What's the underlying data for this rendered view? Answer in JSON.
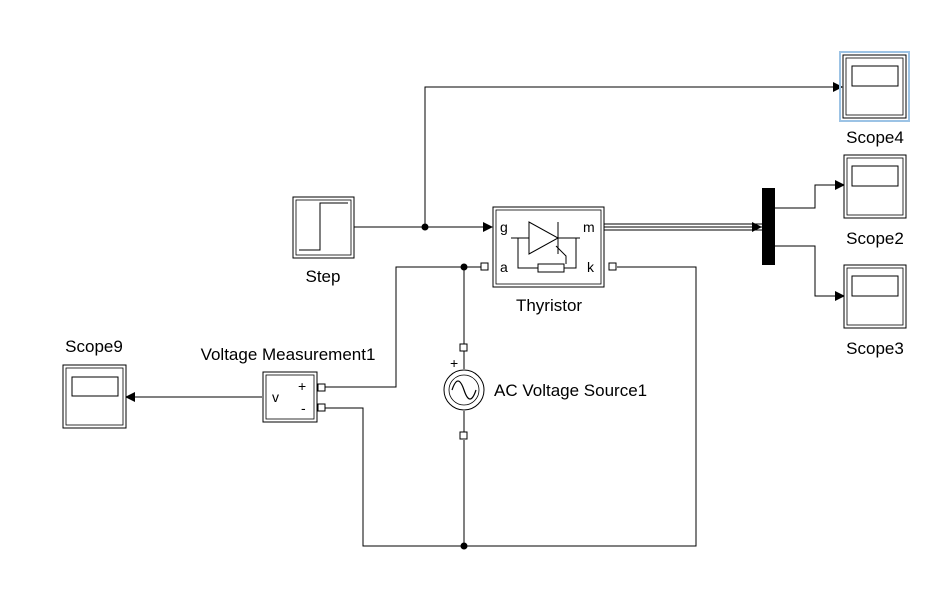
{
  "blocks": {
    "step": {
      "label": "Step"
    },
    "thyristor": {
      "label": "Thyristor",
      "ports": {
        "g": "g",
        "m": "m",
        "a": "a",
        "k": "k"
      }
    },
    "ac_source": {
      "label": "AC Voltage Source1",
      "plus": "+"
    },
    "voltage_measurement": {
      "label": "Voltage Measurement1",
      "out": "v",
      "plus": "+",
      "minus": "-"
    },
    "scope9": {
      "label": "Scope9"
    },
    "scope4": {
      "label": "Scope4",
      "selected": true
    },
    "scope2": {
      "label": "Scope2"
    },
    "scope3": {
      "label": "Scope3"
    }
  },
  "colors": {
    "selection": "#9cc3e5",
    "line": "#000000",
    "mux": "#000000"
  }
}
